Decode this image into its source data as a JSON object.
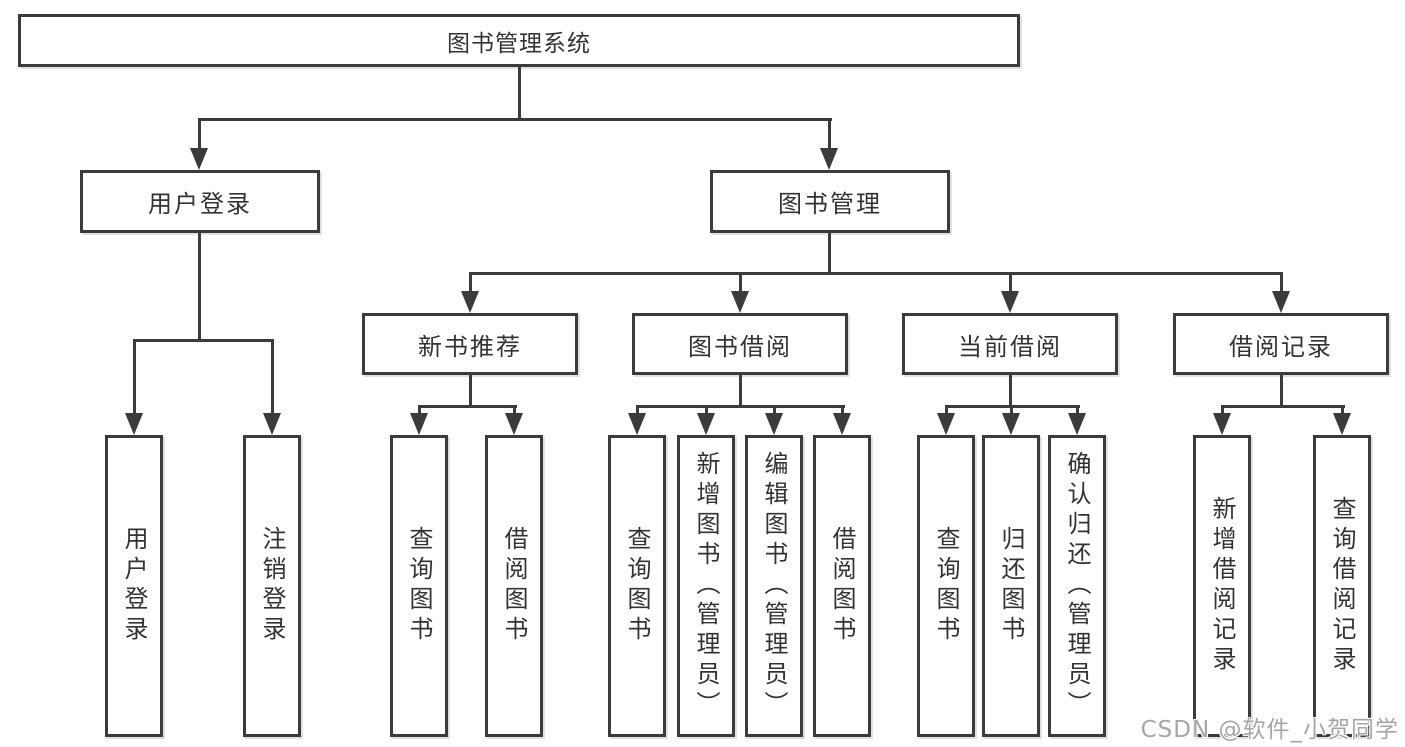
{
  "diagram": {
    "root": {
      "label": "图书管理系统"
    },
    "level2": [
      {
        "label": "用户登录"
      },
      {
        "label": "图书管理"
      }
    ],
    "level3": [
      {
        "label": "新书推荐",
        "parent": "图书管理"
      },
      {
        "label": "图书借阅",
        "parent": "图书管理"
      },
      {
        "label": "当前借阅",
        "parent": "图书管理"
      },
      {
        "label": "借阅记录",
        "parent": "图书管理"
      }
    ],
    "leaves": [
      {
        "label": "用户登录",
        "parent": "用户登录"
      },
      {
        "label": "注销登录",
        "parent": "用户登录"
      },
      {
        "label": "查询图书",
        "parent": "新书推荐"
      },
      {
        "label": "借阅图书",
        "parent": "新书推荐"
      },
      {
        "label": "查询图书",
        "parent": "图书借阅"
      },
      {
        "label": "新增图书（管理员）",
        "parent": "图书借阅"
      },
      {
        "label": "编辑图书（管理员）",
        "parent": "图书借阅"
      },
      {
        "label": "借阅图书",
        "parent": "图书借阅"
      },
      {
        "label": "查询图书",
        "parent": "当前借阅"
      },
      {
        "label": "归还图书",
        "parent": "当前借阅"
      },
      {
        "label": "确认归还（管理员）",
        "parent": "当前借阅"
      },
      {
        "label": "新增借阅记录",
        "parent": "借阅记录"
      },
      {
        "label": "查询借阅记录",
        "parent": "借阅记录"
      }
    ]
  },
  "watermark": "CSDN @软件_小贺同学"
}
